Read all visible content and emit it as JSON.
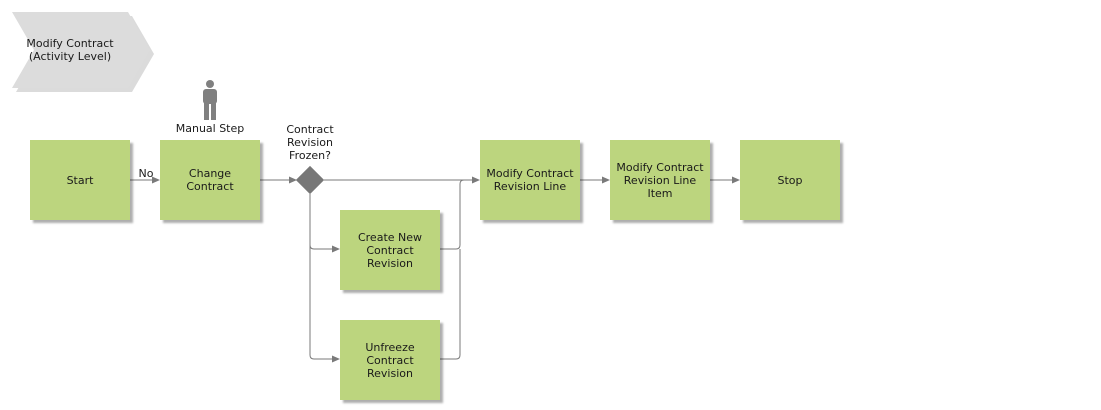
{
  "process": {
    "title": "Modify Contract\n(Activity Level)"
  },
  "nodes": {
    "start": "Start",
    "change_contract": "Change\nContract",
    "create_new_revision": "Create New\nContract\nRevision",
    "unfreeze_revision": "Unfreeze\nContract\nRevision",
    "modify_revision_line": "Modify Contract\nRevision Line",
    "modify_revision_line_item": "Modify Contract\nRevision Line\nItem",
    "stop": "Stop"
  },
  "gateway": {
    "question": "Contract\nRevision\nFrozen?"
  },
  "role": {
    "label": "Manual Step",
    "icon": "person-icon"
  },
  "edges": {
    "start_to_change": "No"
  },
  "colors": {
    "box": "#bcd57e",
    "gateway": "#777777",
    "banner": "#dcdcdc",
    "line": "#7a7a7a"
  }
}
